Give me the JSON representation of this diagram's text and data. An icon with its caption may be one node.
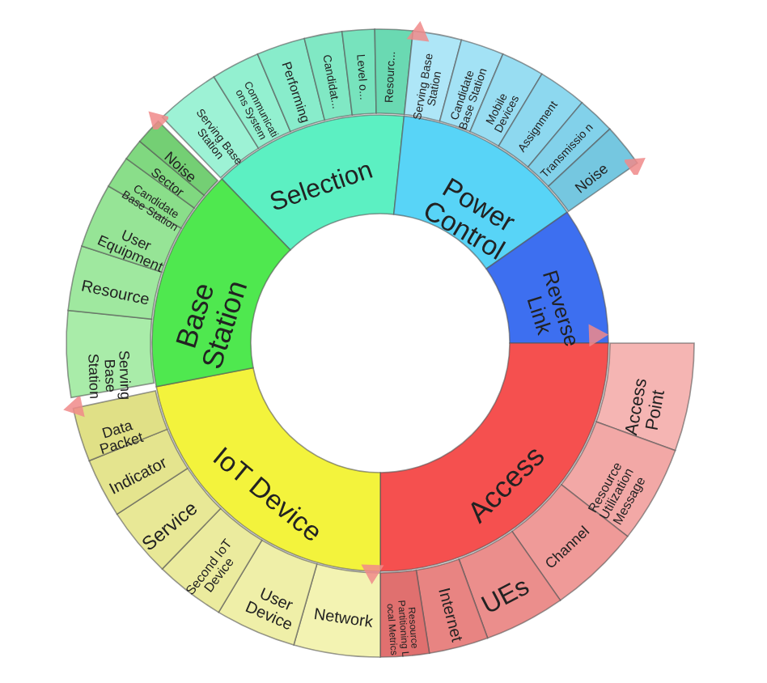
{
  "diagram": {
    "nodes": [
      {
        "text": [
          "Selection"
        ]
      },
      {
        "text": [
          "Serving Base Station"
        ]
      },
      {
        "text": [
          "Communicati ons System"
        ]
      },
      {
        "text": [
          "Performing"
        ]
      },
      {
        "text": [
          "Candidat..."
        ]
      },
      {
        "text": [
          "Level o..."
        ]
      },
      {
        "text": [
          "Resourc..."
        ]
      },
      {
        "text": [
          "Power Control"
        ]
      },
      {
        "text": [
          "Serving Base Station"
        ]
      },
      {
        "text": [
          "Candidate Base Station"
        ]
      },
      {
        "text": [
          "Mobile Devices"
        ]
      },
      {
        "text": [
          "Assignment"
        ]
      },
      {
        "text": [
          "Transmissio n"
        ]
      },
      {
        "text": [
          "Noise"
        ]
      },
      {
        "text": [
          "Reverse Link"
        ]
      },
      {
        "text": [
          "Access"
        ]
      },
      {
        "text": [
          "Access Point"
        ]
      },
      {
        "text": [
          "Resource Utilization Message"
        ]
      },
      {
        "text": [
          "Channel"
        ]
      },
      {
        "text": [
          "UEs"
        ]
      },
      {
        "text": [
          "Internet"
        ]
      },
      {
        "text": [
          "Resource Partitioning L ocal Metrics"
        ]
      },
      {
        "text": [
          "IoT Device"
        ]
      },
      {
        "text": [
          "Network"
        ]
      },
      {
        "text": [
          "User Device"
        ]
      },
      {
        "text": [
          "Second IoT Device"
        ]
      },
      {
        "text": [
          "Service"
        ]
      },
      {
        "text": [
          "Indicator"
        ]
      },
      {
        "text": [
          "Data Packet"
        ]
      },
      {
        "text": [
          "Base Station"
        ]
      },
      {
        "text": [
          "Serving Base Station"
        ]
      },
      {
        "text": [
          "Resource"
        ]
      },
      {
        "text": [
          "User Equipment"
        ]
      },
      {
        "text": [
          "Candidate Base Station"
        ]
      },
      {
        "text": [
          "Sector"
        ]
      },
      {
        "text": [
          "Noise"
        ]
      }
    ]
  }
}
